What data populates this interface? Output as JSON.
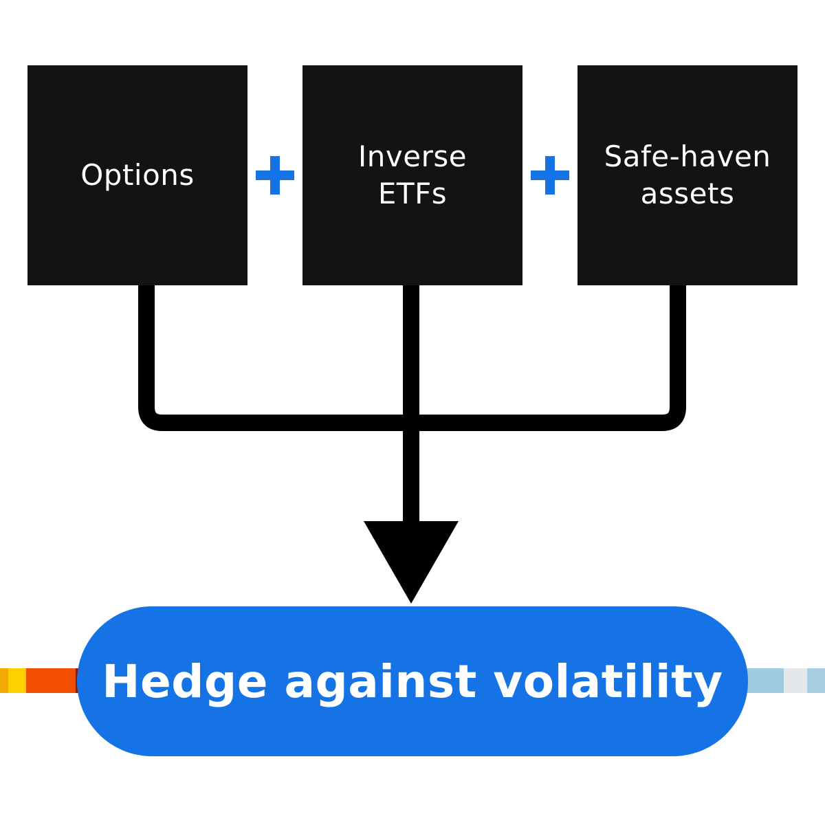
{
  "colors": {
    "box_bg": "#121314",
    "accent": "#1673e6",
    "line": "#000000",
    "text_light": "#ffffff"
  },
  "inputs": [
    {
      "line1": "Options",
      "line2": ""
    },
    {
      "line1": "Inverse",
      "line2": "ETFs"
    },
    {
      "line1": "Safe-haven",
      "line2": "assets"
    }
  ],
  "operators": [
    "plus-icon",
    "plus-icon"
  ],
  "outcome": {
    "label": "Hedge against volatility"
  }
}
